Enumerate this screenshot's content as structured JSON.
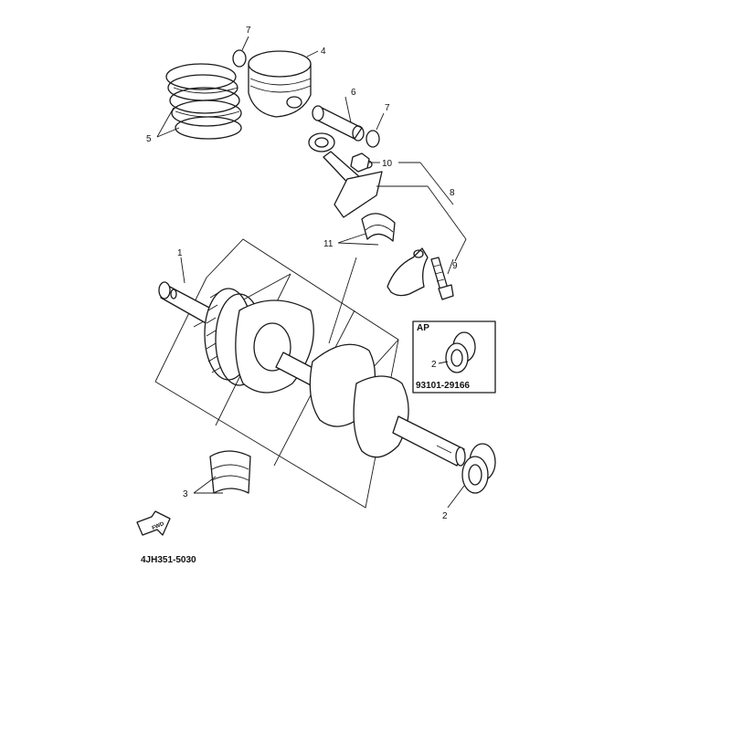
{
  "callouts": {
    "c1": "1",
    "c2_seal": "2",
    "c2_ap": "2",
    "c3": "3",
    "c4": "4",
    "c5": "5",
    "c6": "6",
    "c7_top": "7",
    "c7_right": "7",
    "c8": "8",
    "c9": "9",
    "c10": "10",
    "c11": "11"
  },
  "ap_box": {
    "label": "AP",
    "part_number": "93101-29166"
  },
  "fwd_label": "FWD",
  "diagram_code": "4JH351-5030"
}
